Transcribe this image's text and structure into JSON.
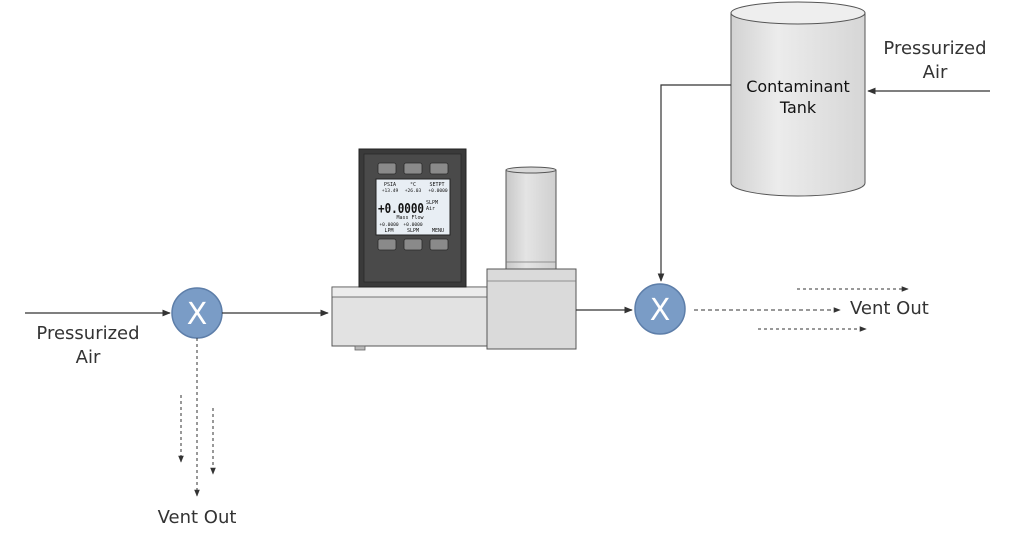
{
  "labels": {
    "left_input": [
      "Pressurized",
      "Air"
    ],
    "right_input": [
      "Pressurized",
      "Air"
    ],
    "tank": [
      "Contaminant",
      "Tank"
    ],
    "vent_bottom": "Vent Out",
    "vent_right": "Vent Out"
  },
  "valves": [
    {
      "symbol": "X"
    },
    {
      "symbol": "X"
    }
  ],
  "display": {
    "header_left": "PSIA",
    "header_mid": "°C",
    "header_right": "SETPT",
    "val_left": "+13.49",
    "val_mid": "+26.03",
    "val_right": "+0.0000",
    "main_value": "+0.0000",
    "main_unit": "SLPM",
    "main_gas": "Air",
    "main_caption": "Mass Flow",
    "foot_val_left": "+0.0000",
    "foot_val_mid": "+0.0000",
    "foot_left": "LPM",
    "foot_mid": "SLPM",
    "foot_right": "MENU"
  },
  "colors": {
    "valve_fill": "#7a9cc6",
    "device_body": "#dcdcdc",
    "device_panel": "#3a3a3a",
    "lcd_bg": "#e8eef4",
    "tank_fill": "#e6e6e6",
    "line": "#333333"
  }
}
